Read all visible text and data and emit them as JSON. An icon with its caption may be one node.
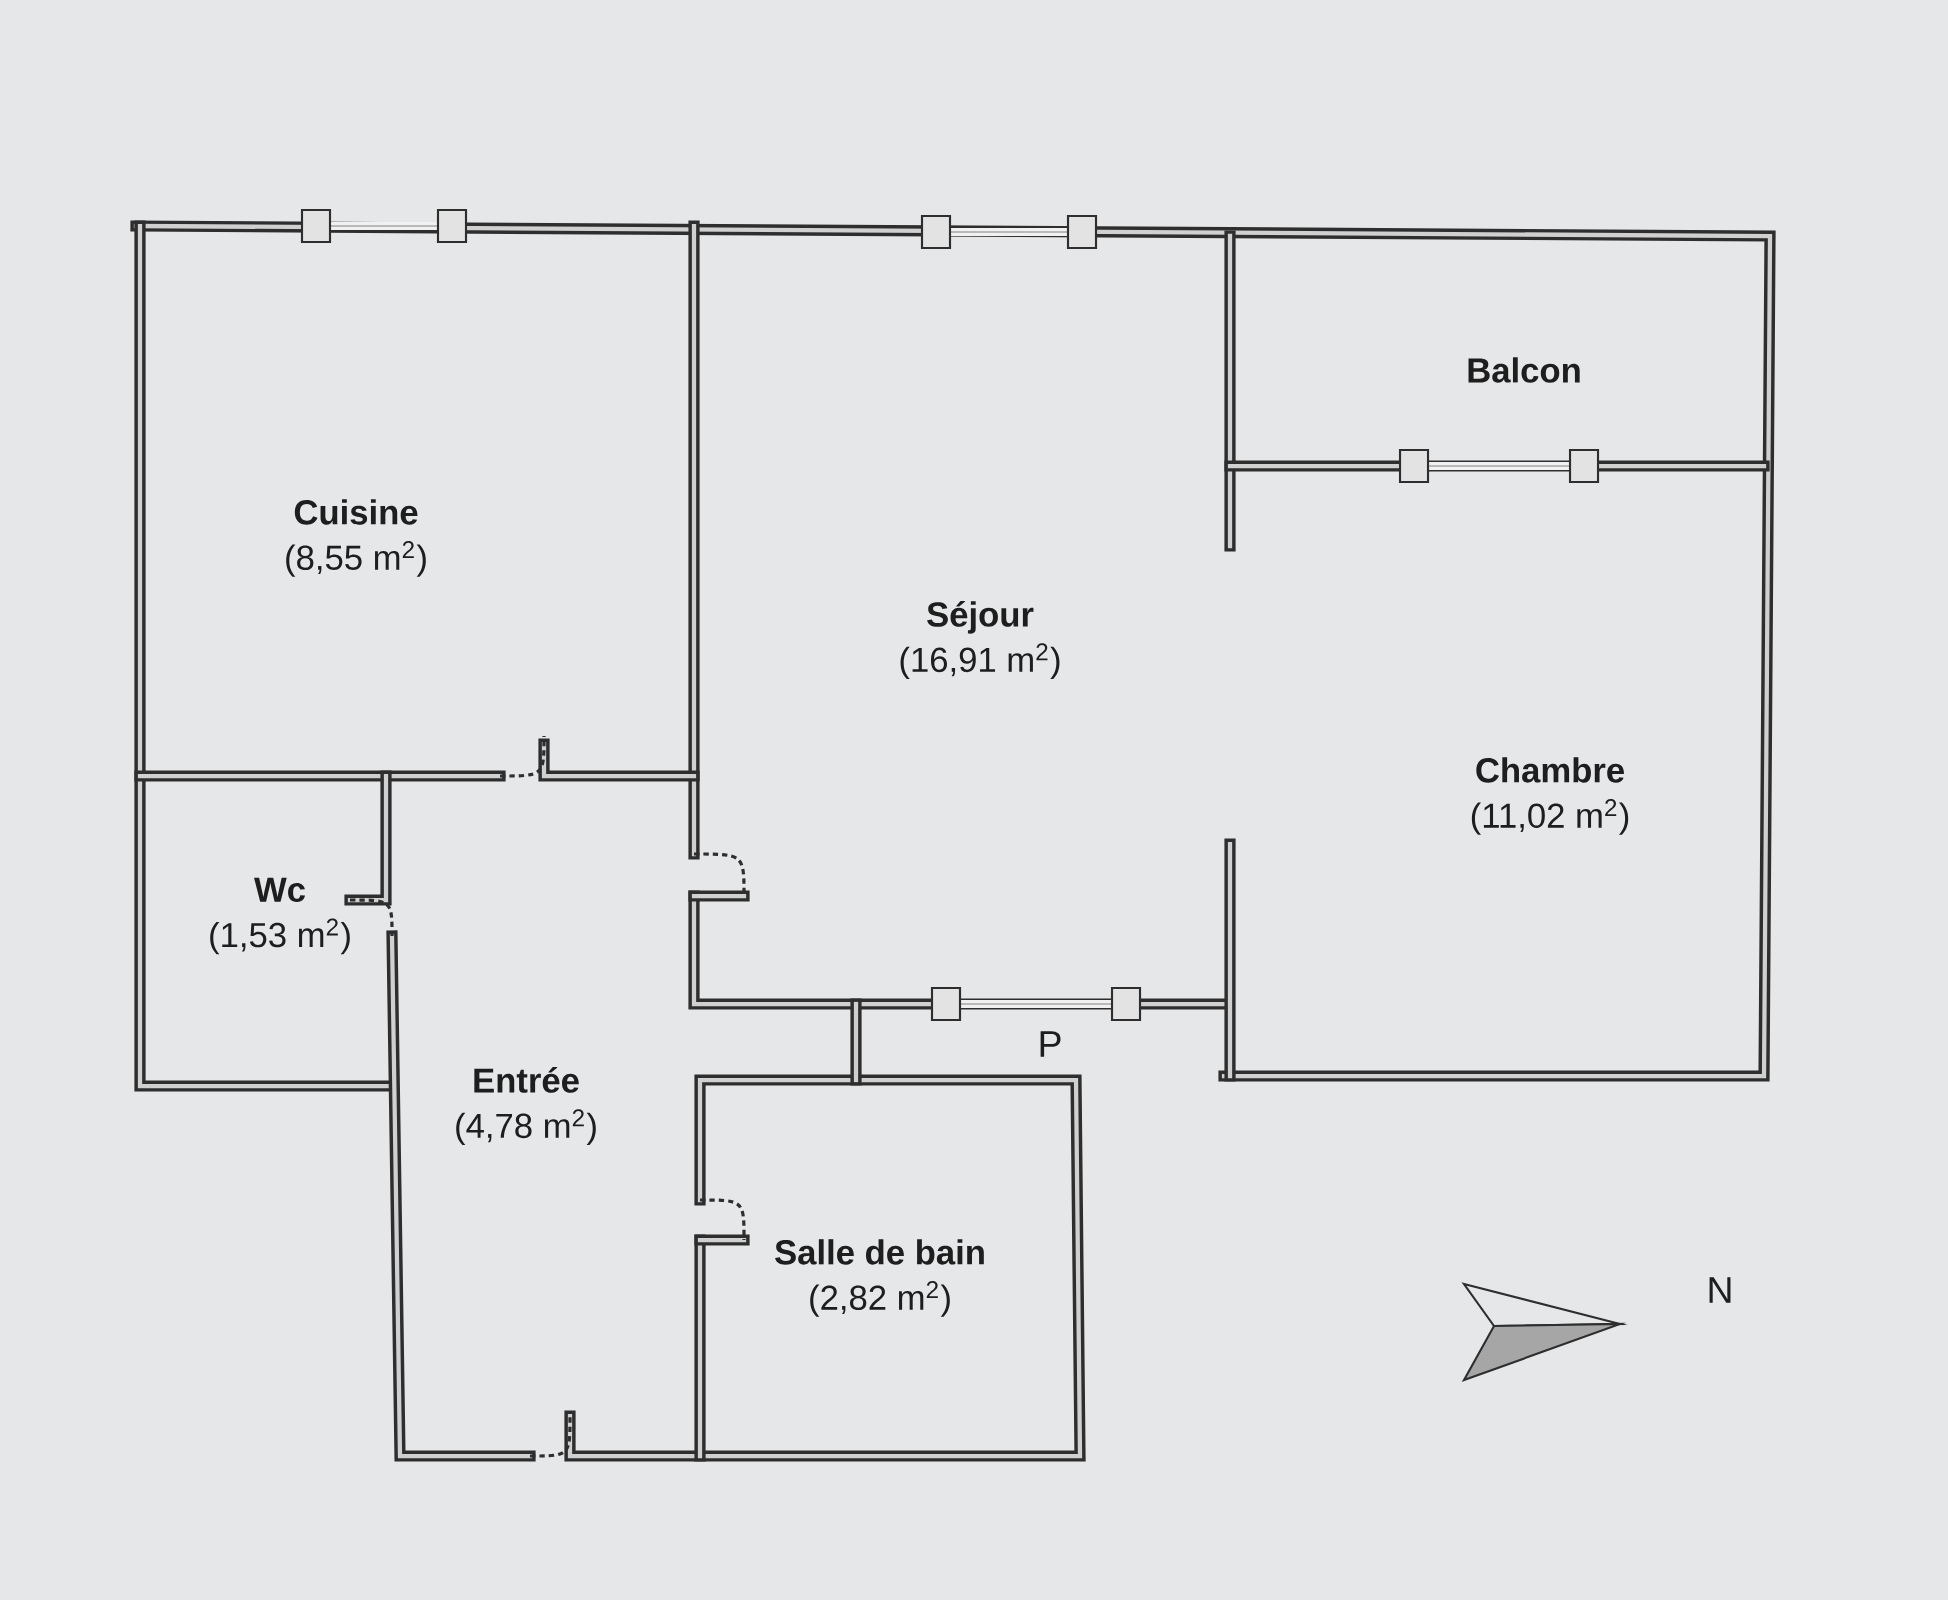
{
  "diagram": {
    "nodes": [
      {
        "text": [
          "Cuisine",
          "(8,55 m$^{2}$)"
        ]
      },
      {
        "text": [
          "Séjour",
          "(16,91 m$^{2}$)"
        ]
      },
      {
        "text": [
          "Balcon"
        ]
      },
      {
        "text": [
          "Chambre",
          "(11,02 m$^{2}$)"
        ]
      },
      {
        "text": [
          "Wc",
          "(1,53 m$^{2}$)"
        ]
      },
      {
        "text": [
          "Entrée",
          "(4,78 m$^{2}$)"
        ]
      },
      {
        "text": [
          "Salle de bain",
          "(2,82 m$^{2}$)"
        ]
      }
    ],
    "labels": [
      "P",
      "N"
    ]
  }
}
